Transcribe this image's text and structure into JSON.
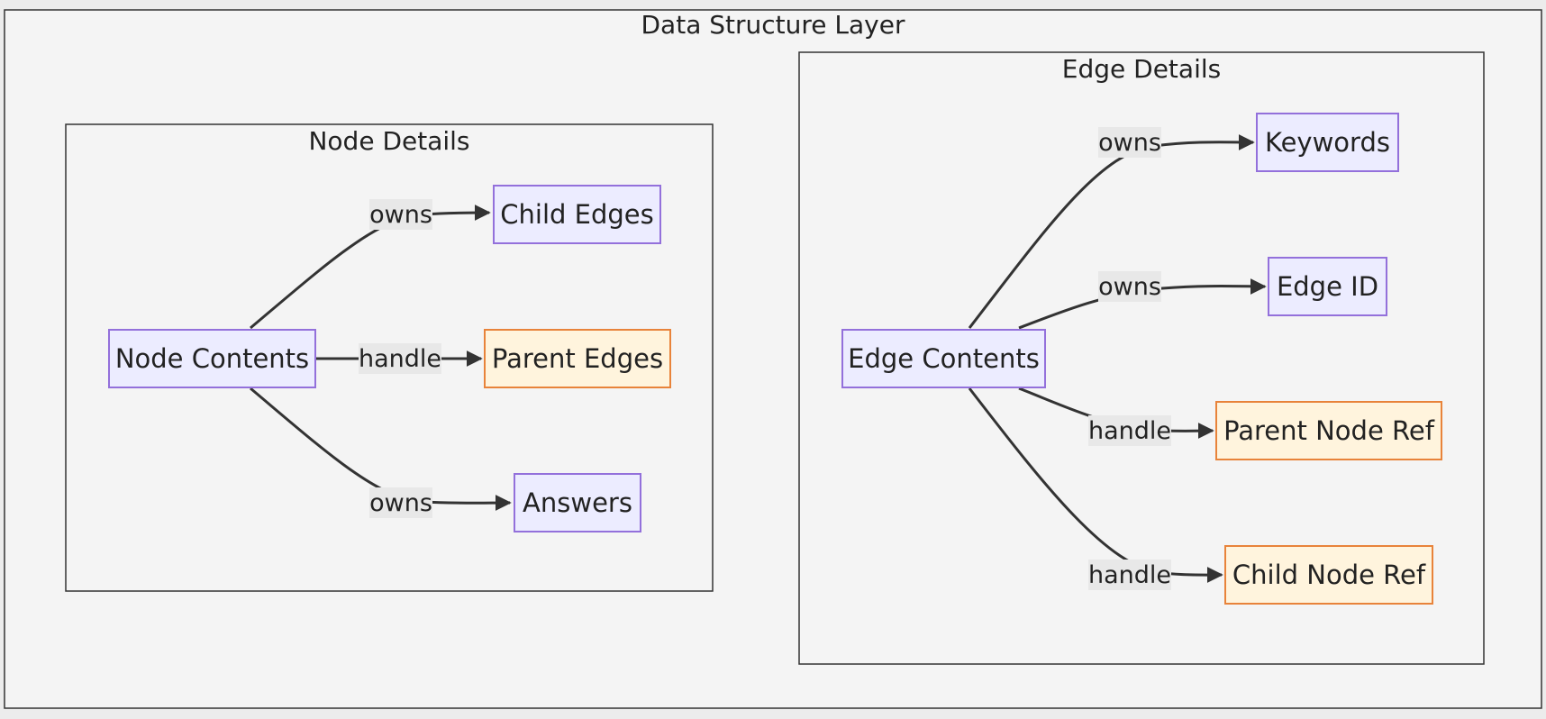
{
  "colors": {
    "background": "#ececec",
    "cluster_fill": "#f4f4f4",
    "cluster_stroke": "#333333",
    "edge": "#333333",
    "label_bg": "#e8e8e8",
    "owns_fill": "#ececff",
    "owns_stroke": "#9370db",
    "handle_fill": "#fff4dd",
    "handle_stroke": "#e8833a",
    "text": "#222222"
  },
  "outer": {
    "title": "Data Structure Layer"
  },
  "node_details": {
    "title": "Node Details",
    "nodes": {
      "node_contents": "Node Contents",
      "child_edges": "Child Edges",
      "parent_edges": "Parent Edges",
      "answers": "Answers"
    },
    "edges": {
      "to_child_edges": "owns",
      "to_parent_edges": "handle",
      "to_answers": "owns"
    }
  },
  "edge_details": {
    "title": "Edge Details",
    "nodes": {
      "edge_contents": "Edge Contents",
      "keywords": "Keywords",
      "edge_id": "Edge ID",
      "parent_node_ref": "Parent Node Ref",
      "child_node_ref": "Child Node Ref"
    },
    "edges": {
      "to_keywords": "owns",
      "to_edge_id": "owns",
      "to_parent_node_ref": "handle",
      "to_child_node_ref": "handle"
    }
  }
}
